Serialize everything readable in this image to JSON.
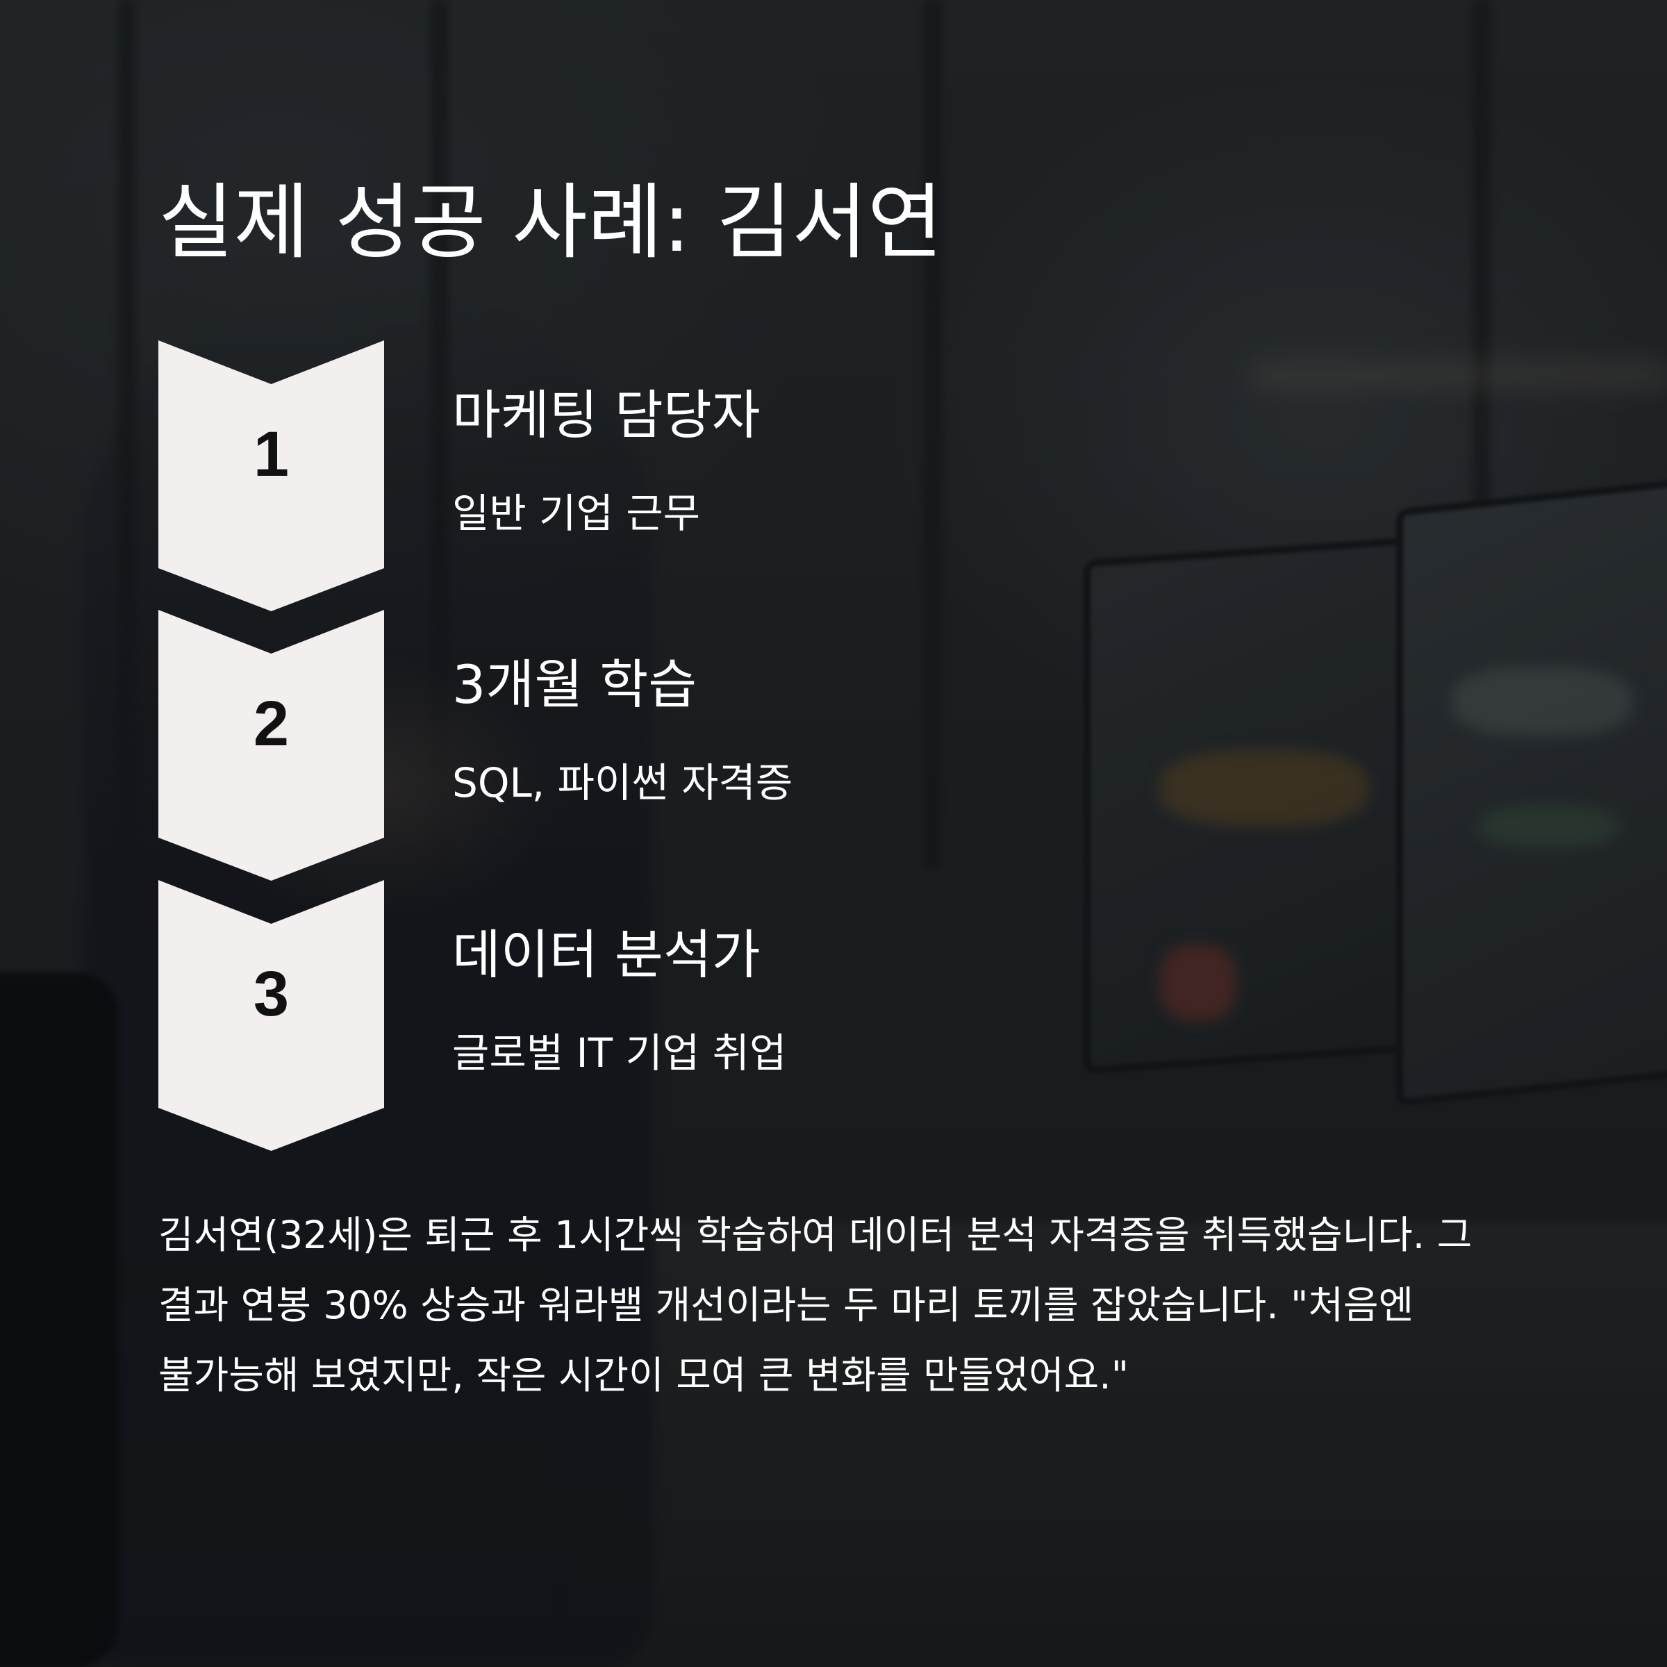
{
  "title": "실제 성공 사례: 김서연",
  "steps": [
    {
      "number": "1",
      "heading": "마케팅 담당자",
      "detail": "일반 기업 근무"
    },
    {
      "number": "2",
      "heading": "3개월 학습",
      "detail": "SQL, 파이썬 자격증"
    },
    {
      "number": "3",
      "heading": "데이터 분석가",
      "detail": "글로벌 IT 기업 취업"
    }
  ],
  "story": "김서연(32세)은 퇴근 후 1시간씩 학습하여 데이터 분석 자격증을 취득했습니다. 그 결과 연봉 30% 상승과 워라밸 개선이라는 두 마리 토끼를 잡았습니다. \"처음엔 불가능해 보였지만, 작은 시간이 모여 큰 변화를 만들었어요.\"",
  "colors": {
    "marker_fill": "#f2efee",
    "marker_text": "#111111",
    "text": "#ffffff"
  }
}
